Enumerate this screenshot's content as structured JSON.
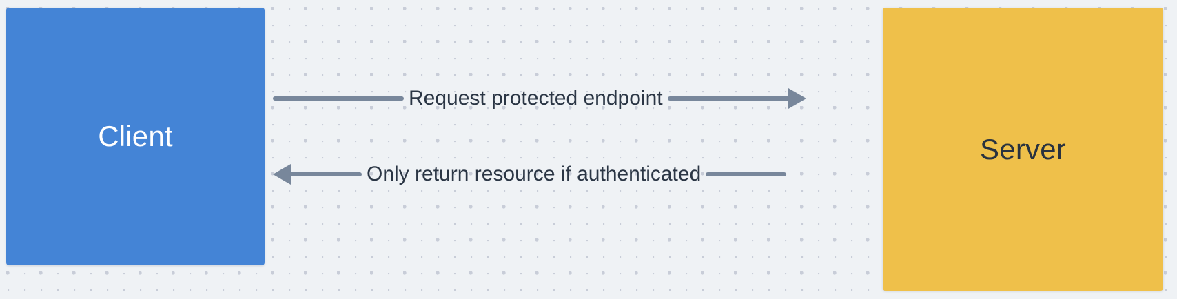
{
  "diagram": {
    "type": "sequence-diagram",
    "background_color": "#eff2f5",
    "grid": "dot-grid",
    "nodes": [
      {
        "id": "client",
        "label": "Client",
        "fill": "#4484d6",
        "text_color": "#ffffff"
      },
      {
        "id": "server",
        "label": "Server",
        "fill": "#efc04a",
        "text_color": "#29323f"
      }
    ],
    "messages": [
      {
        "id": "request",
        "label": "Request protected endpoint",
        "direction": "client-to-server",
        "arrow_color": "#78879b",
        "text_color": "#2b3645"
      },
      {
        "id": "response",
        "label": "Only return resource if authenticated",
        "direction": "server-to-client",
        "arrow_color": "#78879b",
        "text_color": "#2b3645"
      }
    ]
  }
}
